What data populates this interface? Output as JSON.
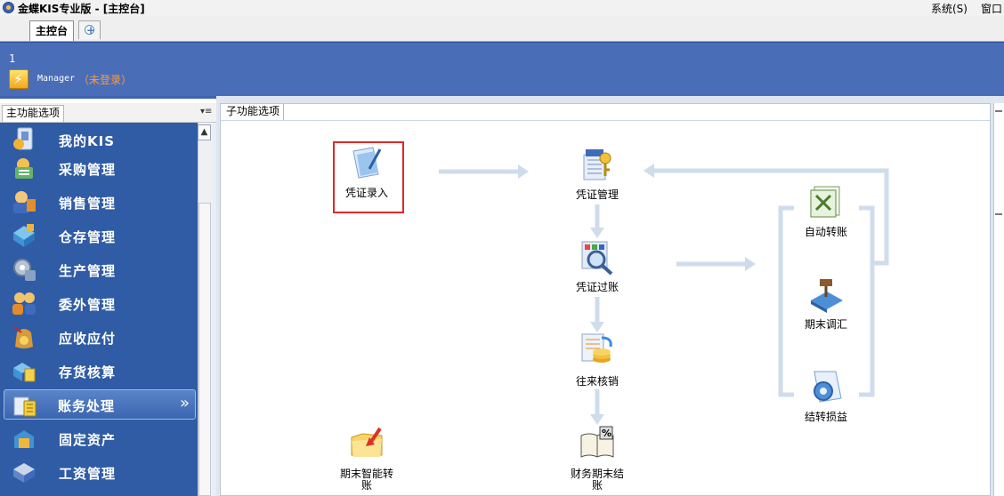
{
  "window": {
    "title": "金蝶KIS专业版 - [主控台]",
    "menu": [
      "系统(S)",
      "窗口"
    ]
  },
  "tabs": {
    "main_label": "主控台",
    "add_symbol": "+"
  },
  "header": {
    "account_number": "1",
    "user_name": "Manager",
    "login_status": "（未登录）",
    "user_icon_glyph": "⚡"
  },
  "left_panel": {
    "title": "主功能选项",
    "collapse_glyph": "▾≡",
    "scroll_up_glyph": "▲",
    "items": [
      {
        "label": "我的KIS",
        "icon": "my-kis-icon"
      },
      {
        "label": "采购管理",
        "icon": "purchase-icon"
      },
      {
        "label": "销售管理",
        "icon": "sales-icon"
      },
      {
        "label": "仓存管理",
        "icon": "warehouse-icon"
      },
      {
        "label": "生产管理",
        "icon": "production-icon"
      },
      {
        "label": "委外管理",
        "icon": "outsourcing-icon"
      },
      {
        "label": "应收应付",
        "icon": "receivable-payable-icon"
      },
      {
        "label": "存货核算",
        "icon": "inventory-accounting-icon"
      },
      {
        "label": "账务处理",
        "icon": "accounting-icon",
        "active": true,
        "chevron": "»"
      },
      {
        "label": "固定资产",
        "icon": "fixed-assets-icon"
      },
      {
        "label": "工资管理",
        "icon": "payroll-icon"
      }
    ]
  },
  "sub_panel": {
    "title": "子功能选项",
    "nodes": {
      "voucher_entry": "凭证录入",
      "voucher_mgmt": "凭证管理",
      "voucher_post": "凭证过账",
      "reconcile": "往来核销",
      "period_close": "财务期末结账",
      "smart_transfer": "期末智能转账",
      "auto_transfer": "自动转账",
      "period_adjust": "期末调汇",
      "pl_transfer": "结转损益"
    }
  },
  "colors": {
    "header_blue": "#4a6db8",
    "nav_blue": "#2f5ca5",
    "status_orange": "#ff9a3c",
    "flow_line": "#cfdcec",
    "highlight_red": "#e0282a"
  }
}
